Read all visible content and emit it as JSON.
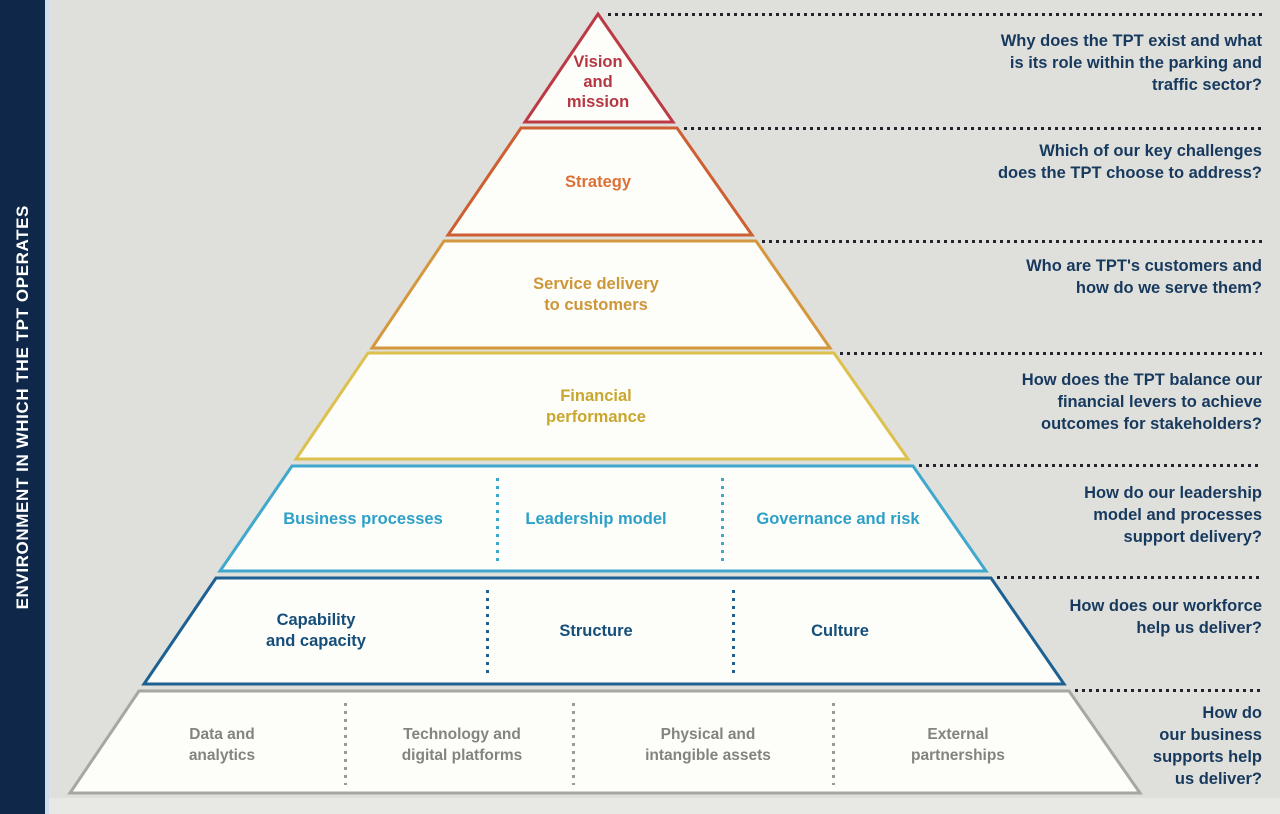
{
  "sidebar": {
    "label": "ENVIRONMENT IN WHICH THE TPT OPERATES"
  },
  "palette": {
    "background": "#dfe0db",
    "sidebar_navy": "#0f2849",
    "level_fill": "#fdfdfa",
    "question_text_navy": "#17395e",
    "leader_dots": "#23232d",
    "level1_red": "#bc3a45",
    "level2_orange": "#cd5f33",
    "level3_amber": "#d4973d",
    "level4_gold": "#dcc14e",
    "level5_light_blue": "#41a8cd",
    "level6_blue": "#1d6091",
    "level7_gray": "#a6a6a2"
  },
  "pyramid": {
    "levels": [
      {
        "label": "Vision\nand\nmission",
        "question": "Why does the TPT exist and what\nis its role within the parking and\ntraffic sector?"
      },
      {
        "label": "Strategy",
        "question": "Which of our key challenges\ndoes the TPT choose to address?"
      },
      {
        "label": "Service delivery\nto customers",
        "question": "Who are TPT's customers and\nhow do we serve them?"
      },
      {
        "label": "Financial\nperformance",
        "question": "How does the TPT balance our\nfinancial levers to achieve\noutcomes for stakeholders?"
      },
      {
        "segments": [
          "Business processes",
          "Leadership model",
          "Governance and risk"
        ],
        "question": "How do our leadership\nmodel and processes\nsupport delivery?"
      },
      {
        "segments": [
          "Capability\nand capacity",
          "Structure",
          "Culture"
        ],
        "question": "How does our workforce\nhelp us deliver?"
      },
      {
        "segments": [
          "Data and\nanalytics",
          "Technology and\ndigital platforms",
          "Physical and\nintangible assets",
          "External\npartnerships"
        ],
        "question": "How do\nour business\nsupports help\nus deliver?"
      }
    ]
  }
}
